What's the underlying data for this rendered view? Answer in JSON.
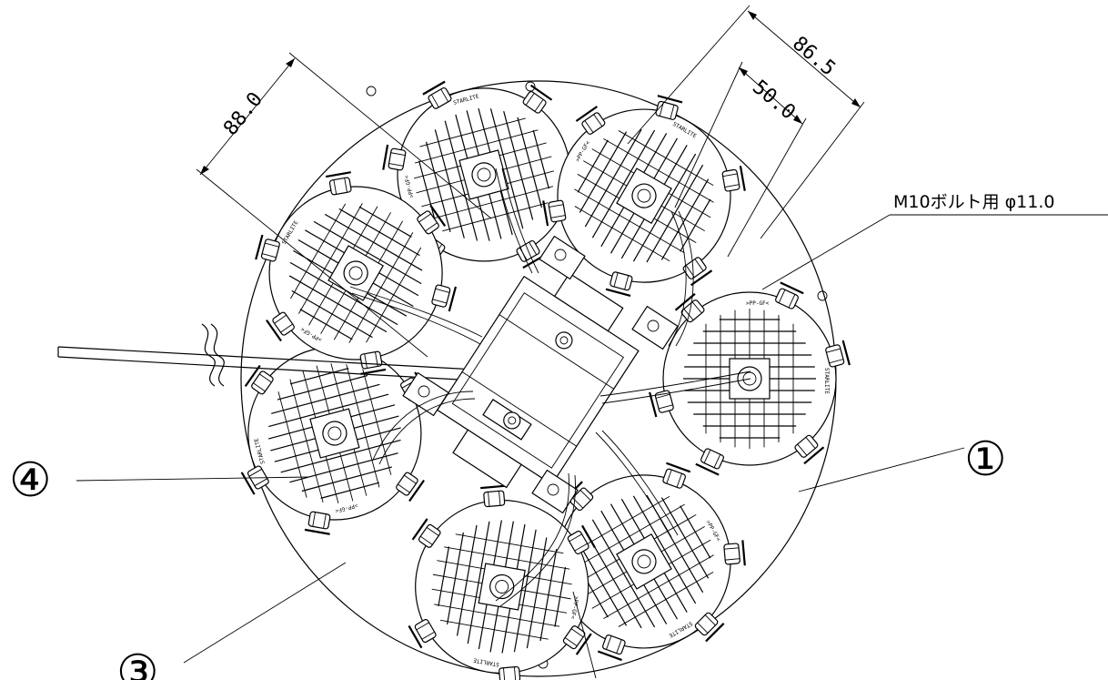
{
  "dimensions": {
    "left_span": "88.0",
    "outer_span": "86.5",
    "inner_span": "50.0"
  },
  "note": {
    "bolt_hole": "M10ボルト用 φ11.0"
  },
  "callouts": {
    "c1": "①",
    "c3": "③",
    "c4": "④"
  },
  "module_labels": {
    "brand": "STARLITE",
    "material": ">PP-GF<"
  },
  "modules": [
    {
      "id": "top-left",
      "angle": -15
    },
    {
      "id": "top-right",
      "angle": 30
    },
    {
      "id": "right",
      "angle": 90
    },
    {
      "id": "bottom-right",
      "angle": 150
    },
    {
      "id": "bottom",
      "angle": 190
    },
    {
      "id": "left-lower",
      "angle": 255
    },
    {
      "id": "left-upper",
      "angle": 300
    }
  ]
}
